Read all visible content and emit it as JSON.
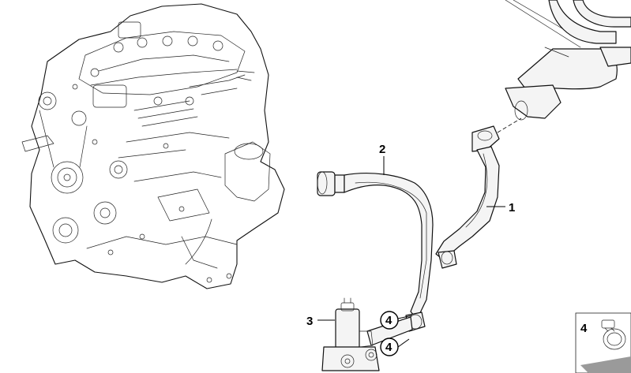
{
  "callouts": {
    "hose_outlet": "1",
    "hose_inlet": "2",
    "valve": "3",
    "clamp_a": "4",
    "clamp_b": "4",
    "legend_clamp": "4"
  },
  "colors": {
    "line": "#111111",
    "hose_fill": "#f4f4f4",
    "engine_fill": "#ffffff",
    "legend_box": "#9a9a9a"
  }
}
